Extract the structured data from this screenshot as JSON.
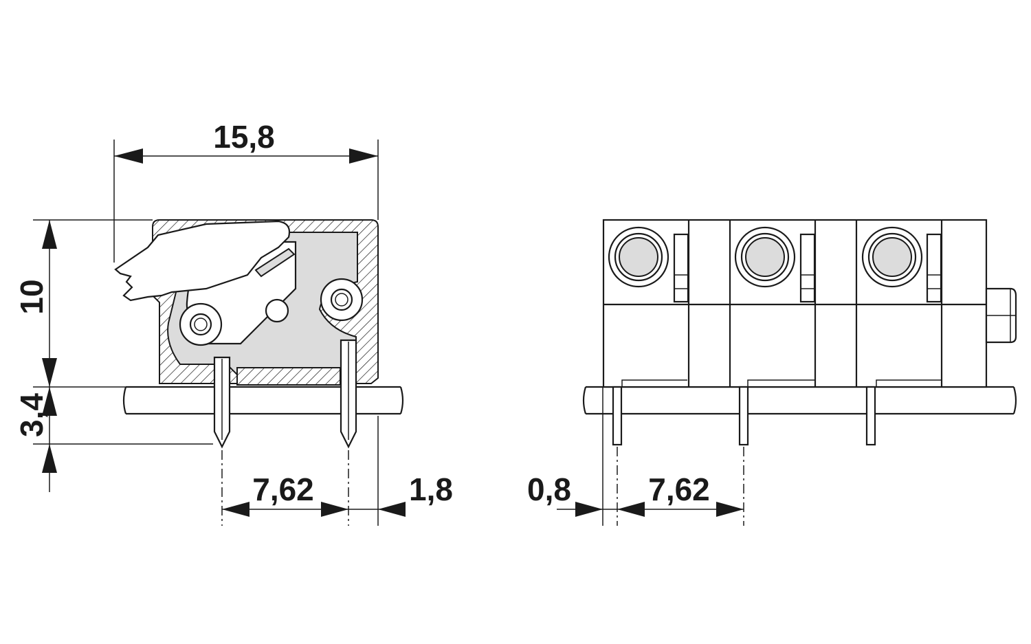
{
  "dimensions": {
    "width": "15,8",
    "height": "10",
    "pin_length": "3,4",
    "pitch_side": "7,62",
    "offset_side": "1,8",
    "pin_width": "0,8",
    "pitch_front": "7,62"
  },
  "colors": {
    "line": "#1a1a1a",
    "fill_grey": "#dcdcdc",
    "background": "#ffffff"
  }
}
